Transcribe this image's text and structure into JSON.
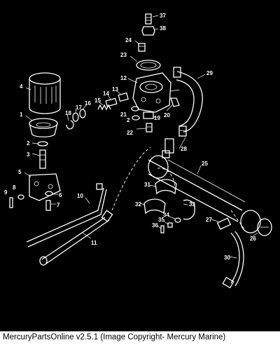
{
  "footer": {
    "caption": "MercuryPartsOnline v2.5.1 (Image Copyright- Mercury Marine)"
  },
  "colors": {
    "background": "#000000",
    "line_art": "#ffffff",
    "footer_bg": "#ffffff",
    "footer_text": "#000000"
  },
  "callouts": {
    "c1": "1",
    "c2": "2",
    "c2b": "2",
    "c3": "3",
    "c4": "4",
    "c5": "5",
    "c6": "6",
    "c7": "7",
    "c8": "8",
    "c9": "9",
    "c10": "10",
    "c11": "11",
    "c12": "12",
    "c13": "13",
    "c14": "14",
    "c15": "15",
    "c16": "16",
    "c17": "17",
    "c18": "18",
    "c19": "19",
    "c20": "20",
    "c21": "21",
    "c22": "22",
    "c23": "23",
    "c24": "24",
    "c25": "25",
    "c26": "26",
    "c27": "27",
    "c28": "28",
    "c29": "29",
    "c30": "30",
    "c31": "31",
    "c32": "32",
    "c33": "33",
    "c34": "34",
    "c35": "35",
    "c36": "36",
    "c37": "37",
    "c38": "38"
  }
}
